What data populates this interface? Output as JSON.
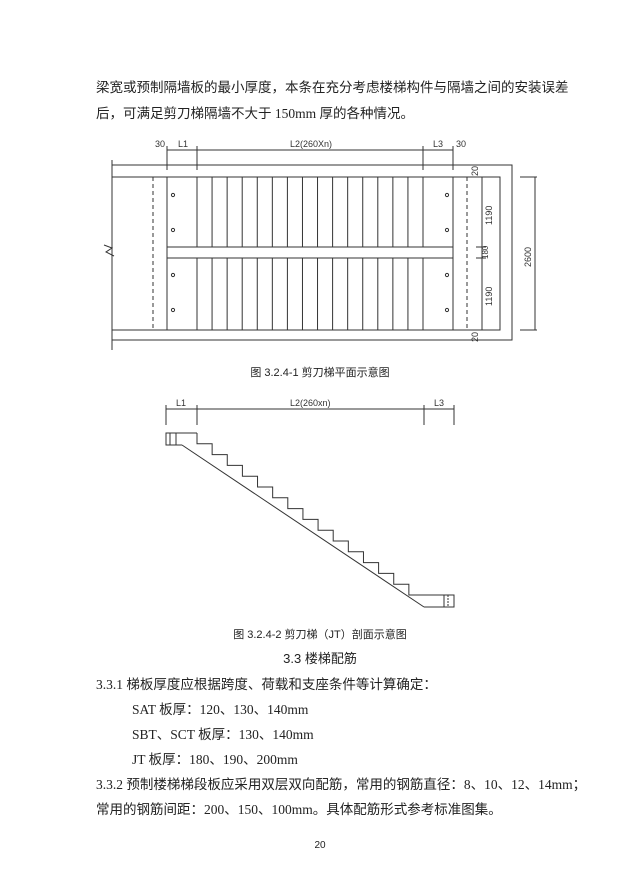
{
  "paragraph_intro": {
    "line1": "梁宽或预制隔墙板的最小厚度，本条在充分考虑楼梯构件与隔墙之间的安装误差",
    "line2": "后，可满足剪刀梯隔墙不大于 150mm 厚的各种情况。"
  },
  "figure1": {
    "caption": "图 3.2.4-1  剪刀梯平面示意图",
    "dims_top": [
      "30",
      "L1",
      "L2(260Xn)",
      "L3",
      "30"
    ],
    "dims_right": [
      "20",
      "1190",
      "180",
      "1190",
      "20"
    ],
    "dim_total": "2600"
  },
  "figure2": {
    "caption": "图 3.2.4-2  剪刀梯（JT）剖面示意图",
    "dims_top": [
      "L1",
      "L2(260xn)",
      "L3"
    ]
  },
  "section": {
    "heading": "3.3  楼梯配筋",
    "clause1": "3.3.1  梯板厚度应根据跨度、荷载和支座条件等计算确定：",
    "items": [
      "SAT 板厚：120、130、140mm",
      "SBT、SCT 板厚：130、140mm",
      "JT 板厚：180、190、200mm"
    ],
    "clause2_line1": "3.3.2  预制楼梯梯段板应采用双层双向配筋，常用的钢筋直径：8、10、12、14mm；",
    "clause2_line2": "常用的钢筋间距：200、150、100mm。具体配筋形式参考标准图集。"
  },
  "page_number": "20"
}
